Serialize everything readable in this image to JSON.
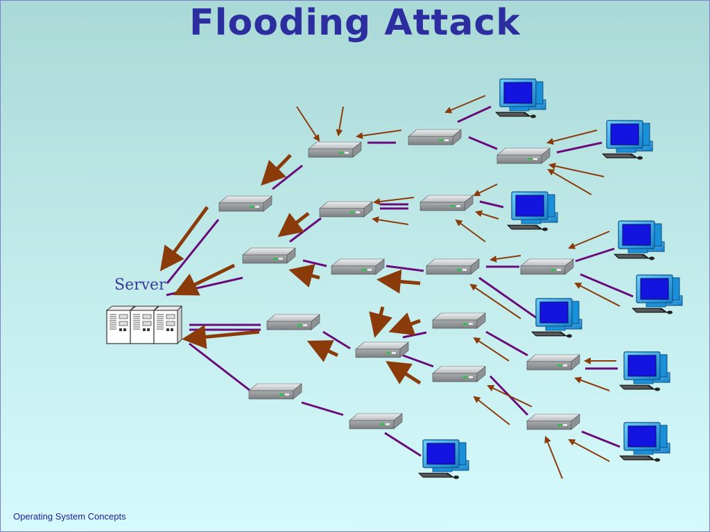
{
  "slide": {
    "title": "Flooding Attack",
    "server_label": "Server",
    "footer": "Operating System Concepts"
  },
  "colors": {
    "title": "#2c2ea0",
    "link_line": "#6a0a7a",
    "attack_arrow": "#8b3a0a",
    "router_body": "#c9cbcd",
    "monitor_screen": "#1414e0",
    "monitor_body": "#28a8e8"
  },
  "icons": {
    "router": "router-icon",
    "computer": "computer-icon",
    "server": "server-icon"
  }
}
